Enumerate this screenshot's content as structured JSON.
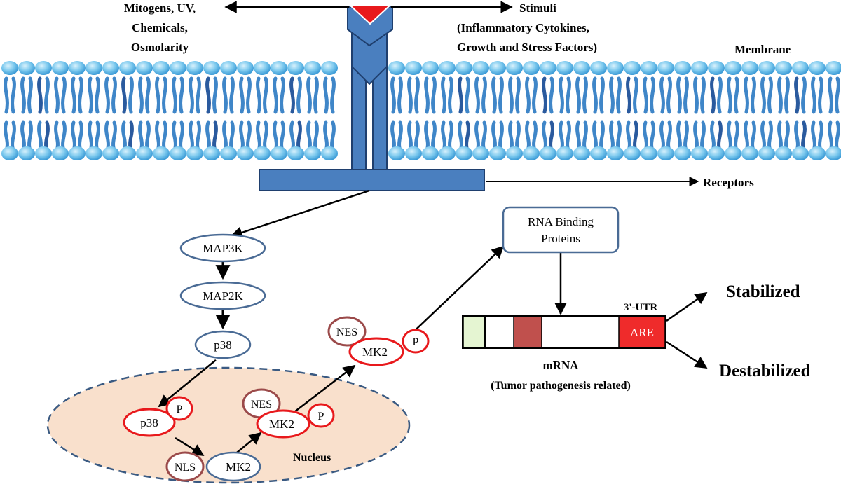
{
  "labels": {
    "left_stimuli": [
      "Mitogens,  UV,",
      "Chemicals,",
      "Osmolarity"
    ],
    "right_stimuli": [
      "Stimuli",
      "(Inflammatory Cytokines,",
      "Growth and Stress Factors)"
    ],
    "membrane": "Membrane",
    "receptors": "Receptors",
    "nucleus": "Nucleus",
    "stabilized": "Stabilized",
    "destabilized": "Destabilized",
    "utr": "3'-UTR",
    "mrna": [
      "mRNA",
      "(Tumor pathogenesis related)"
    ]
  },
  "nodes": {
    "map3k": "MAP3K",
    "map2k": "MAP2K",
    "p38": "p38",
    "p38_p": "p38",
    "mk2_nucleus": "MK2",
    "mk2_p_nucleus": "MK2",
    "mk2_p_cytoplasm": "MK2",
    "phospho": "P",
    "nls": "NLS",
    "nes": "NES",
    "rbp": [
      "RNA Binding",
      "Proteins"
    ],
    "are": "ARE"
  },
  "colors": {
    "membrane_head": "#6fc3ec",
    "membrane_tail": "#3f86c8",
    "receptor": "#4a7fbf",
    "ligand": "#e8191c",
    "node_blue": "#4a6b95",
    "node_red": "#e8191c",
    "node_brown": "#9b4a4a",
    "nucleus_fill": "#f9e0cc",
    "nucleus_border": "#3a5a82",
    "mrna_green": "#e5f5d2",
    "mrna_brown": "#c0504d",
    "mrna_are": "#ef2b2b"
  }
}
